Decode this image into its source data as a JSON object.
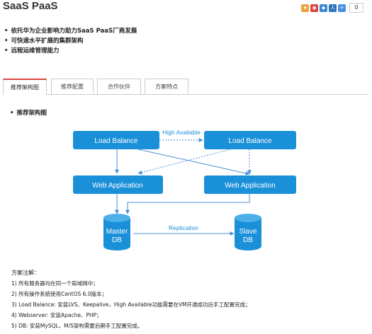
{
  "header": {
    "title": "SaaS PaaS"
  },
  "share": {
    "count": "0"
  },
  "features": [
    "依托华为企业影响力助力SaaS PaaS厂商发展",
    "可快速水平扩展的集群架构",
    "远程运维管理能力"
  ],
  "tabs": [
    {
      "label": "推荐架构图"
    },
    {
      "label": "推荐配置"
    },
    {
      "label": "合作伙伴"
    },
    {
      "label": "方案特点"
    }
  ],
  "section": {
    "title": "推荐架构图"
  },
  "diagram": {
    "lb1": "Load Balance",
    "lb2": "Load Balance",
    "web1": "Web Application",
    "web2": "Web Application",
    "master_line1": "Master",
    "master_line2": "DB",
    "slave_line1": "Slave",
    "slave_line2": "DB",
    "ha_label": "High Available",
    "replication_label": "Replication",
    "colors": {
      "box": "#1a90d9",
      "line": "#4a8fd6"
    }
  },
  "notes": {
    "heading": "方案注解：",
    "items": [
      "1) 所有服务器均在同一个局域网中；",
      "2) 所有操作系统使用CentOS 6.0版本；",
      "3) Load Balance: 安装LVS、Keepalive，High Available功能需要在VM开通成功后手工配置完成；",
      "4) Webserver: 安装Apache、PHP；",
      "5) DB: 安装MySQL，M/S架构需要后期手工配置完成。"
    ]
  }
}
